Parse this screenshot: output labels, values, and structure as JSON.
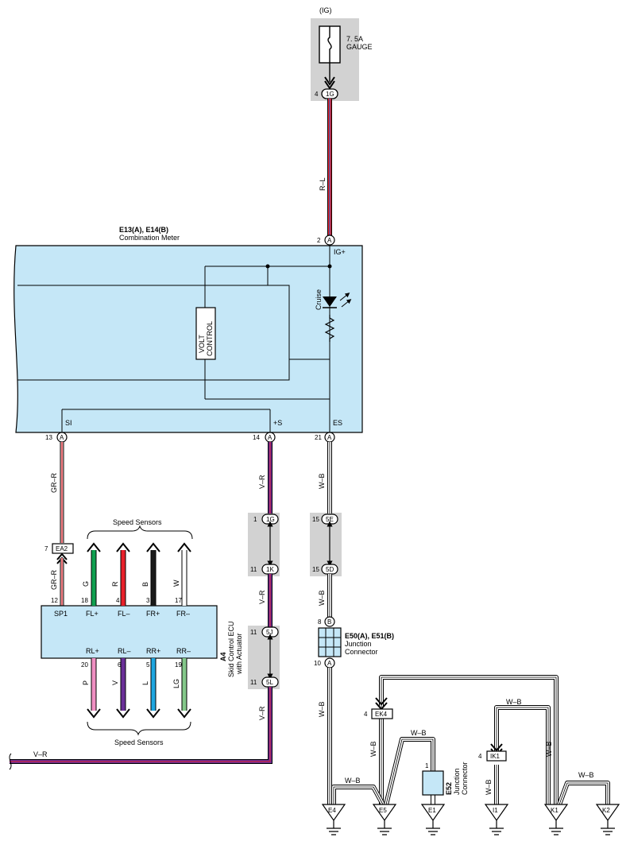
{
  "ig_box": {
    "title": "(IG)",
    "fuse_line1": "7. 5A",
    "fuse_line2": "GAUGE",
    "pin": "4",
    "connector": "1G"
  },
  "wire_colors": {
    "r_l": "R–L",
    "gr_r": "GR–R",
    "v_r": "V–R",
    "w_b": "W–B",
    "g": "G",
    "r": "R",
    "b": "B",
    "w": "W",
    "p": "P",
    "v": "V",
    "l": "L",
    "lg": "LG"
  },
  "meter": {
    "codes": "E13(A), E14(B)",
    "name": "Combination Meter",
    "ig_pin": "2",
    "ig_conn": "A",
    "ig_label": "IG+",
    "volt_line1": "VOLT",
    "volt_line2": "CONTROL",
    "cruise": "Cruise",
    "si": "SI",
    "plus_s": "+S",
    "es": "ES",
    "si_pin": "13",
    "plus_s_pin": "14",
    "es_pin": "21",
    "conn": "A"
  },
  "ecu": {
    "code": "A4",
    "name_line1": "Skid Control ECU",
    "name_line2": "with Actuator",
    "sensor_label": "Speed Sensors",
    "top_pins": [
      {
        "label": "SP1",
        "pin": "12"
      },
      {
        "label": "FL+",
        "pin": "18"
      },
      {
        "label": "FL–",
        "pin": "4"
      },
      {
        "label": "FR+",
        "pin": "3"
      },
      {
        "label": "FR–",
        "pin": "17"
      }
    ],
    "bottom_pins": [
      {
        "label": "RL+",
        "pin": "20"
      },
      {
        "label": "RL–",
        "pin": "6"
      },
      {
        "label": "RR+",
        "pin": "5"
      },
      {
        "label": "RR–",
        "pin": "19"
      }
    ],
    "ea2": {
      "pin": "7",
      "conn": "EA2"
    }
  },
  "splices": {
    "j1g": {
      "pin_a": "1",
      "conn_a": "1G",
      "pin_b": "11",
      "conn_b": "1K"
    },
    "j5j": {
      "pin_a": "11",
      "conn_a": "5J",
      "pin_b": "11",
      "conn_b": "5L"
    },
    "j5e": {
      "pin_a": "15",
      "conn_a": "5E",
      "pin_b": "15",
      "conn_b": "5D"
    }
  },
  "junction": {
    "codes": "E50(A), E51(B)",
    "name_line1": "Junction",
    "name_line2": "Connector",
    "pin_top": "8",
    "conn_top": "B",
    "pin_bottom": "10",
    "conn_bottom": "A"
  },
  "e52": {
    "code": "E52",
    "name_line1": "Junction",
    "name_line2": "Connector",
    "pin": "1"
  },
  "ek4": {
    "pin": "4",
    "conn": "EK4"
  },
  "ik1": {
    "pin": "4",
    "conn": "IK1"
  },
  "grounds": [
    "E4",
    "E5",
    "E1",
    "I1",
    "K1",
    "K2"
  ],
  "colors": {
    "panel": "#c5e7f7",
    "gray": "#d2d2d2",
    "red": "#e8202a",
    "blue": "#2f6bc8",
    "purple": "#6a2f98",
    "pink": "#f08fc2",
    "green": "#10a050",
    "cyan": "#1ea6e0",
    "lgreen": "#84c88a",
    "black": "#1a1a1a"
  }
}
